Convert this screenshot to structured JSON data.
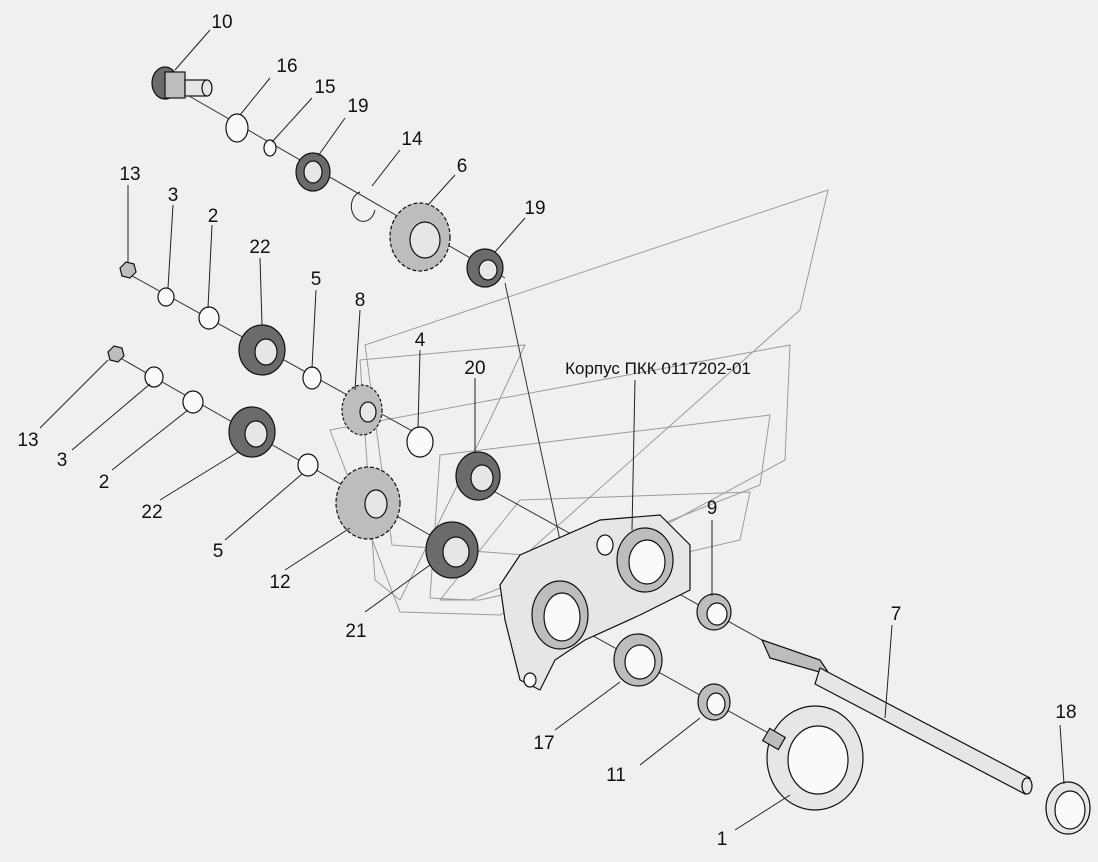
{
  "diagram": {
    "housing_label": "Корпус ПКК 0117202-01",
    "callouts": [
      "10",
      "16",
      "15",
      "19",
      "14",
      "6",
      "19",
      "13",
      "3",
      "2",
      "22",
      "5",
      "8",
      "4",
      "20",
      "13",
      "3",
      "2",
      "22",
      "5",
      "12",
      "21",
      "9",
      "7",
      "18",
      "17",
      "11",
      "1"
    ]
  }
}
